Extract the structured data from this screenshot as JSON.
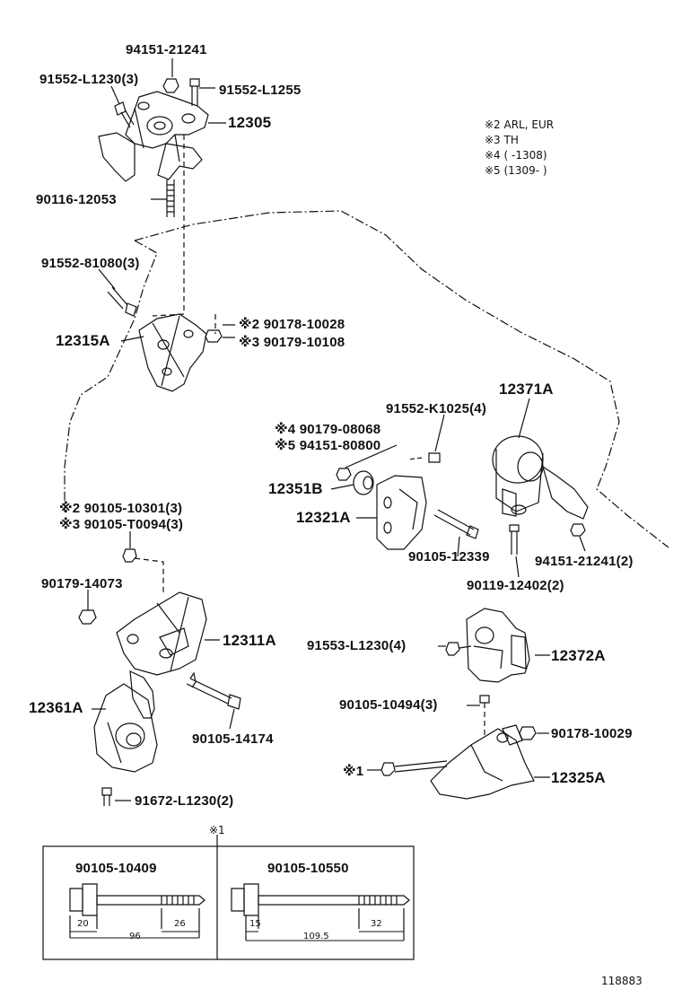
{
  "parts": {
    "p94151_21241": "94151-21241",
    "p91552_L1230": "91552-L1230(3)",
    "p91552_L1255": "91552-L1255",
    "p12305": "12305",
    "p90116_12053": "90116-12053",
    "p91552_81080": "91552-81080(3)",
    "p90178_10028": "※2 90178-10028",
    "p90179_10108": "※3 90179-10108",
    "p12315A": "12315A",
    "p12371A": "12371A",
    "p91552_K1025": "91552-K1025(4)",
    "p90179_08068": "※4 90179-08068",
    "p94151_80800": "※5 94151-80800",
    "p12351B": "12351B",
    "p12321A": "12321A",
    "p90105_12339": "90105-12339",
    "p94151_21241b": "94151-21241(2)",
    "p90119_12402": "90119-12402(2)",
    "p90105_10301": "※2 90105-10301(3)",
    "p90105_T0094": "※3 90105-T0094(3)",
    "p90179_14073": "90179-14073",
    "p12311A": "12311A",
    "p91553_L1230": "91553-L1230(4)",
    "p12372A": "12372A",
    "p12361A": "12361A",
    "p90105_14174": "90105-14174",
    "p90105_10494": "90105-10494(3)",
    "p90178_10029": "90178-10029",
    "p_mark1": "※1",
    "p12325A": "12325A",
    "p91672_L1230": "91672-L1230(2)"
  },
  "notes": {
    "n2": "※2 ARL, EUR",
    "n3": "※3 TH",
    "n4": "※4 (      -1308)",
    "n5": "※5 (1309-      )"
  },
  "inset": {
    "mark": "※1",
    "left_part": "90105-10409",
    "right_part": "90105-10550",
    "left_dims": {
      "head": "20",
      "total": "96",
      "thread": "26"
    },
    "right_dims": {
      "head": "15",
      "total": "109.5",
      "thread": "32"
    }
  },
  "ref_number": "118883"
}
